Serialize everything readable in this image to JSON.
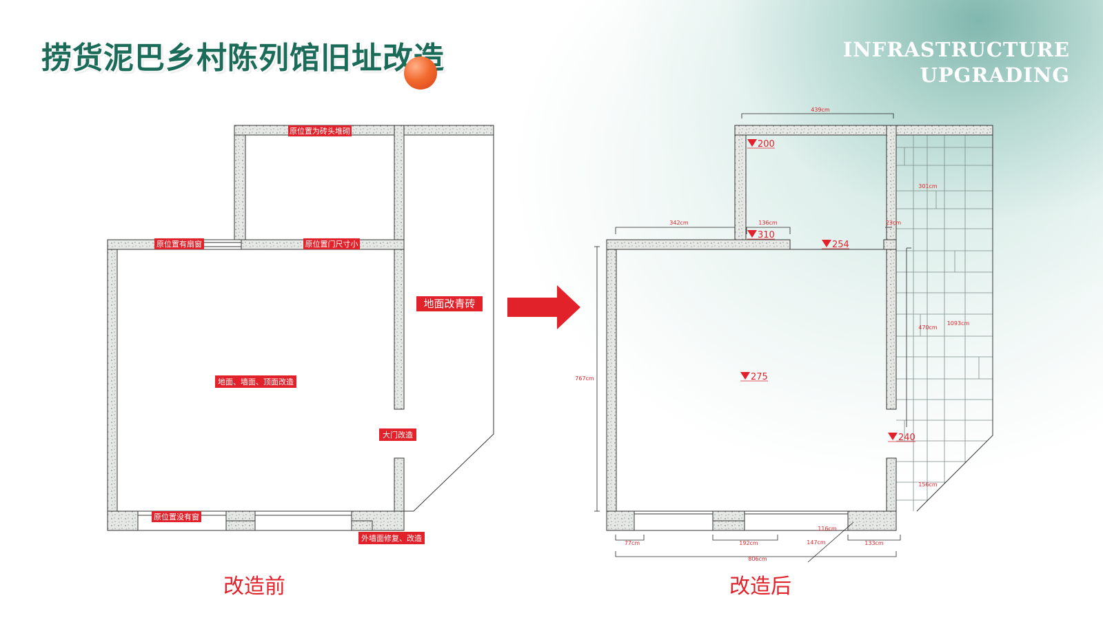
{
  "header": {
    "title": "捞货泥巴乡村陈列馆旧址改造",
    "subtitle_en_line1": "INFRASTRUCTURE",
    "subtitle_en_line2": "UPGRADING"
  },
  "before": {
    "caption": "改造前",
    "labels": {
      "top_wall": "原位置为砖头堆砌",
      "fan_window": "原位置有扇窗",
      "door_small": "原位置门尺寸小",
      "floor_tile": "地面改青砖",
      "renovation": "地面、墙面、顶面改造",
      "gate": "大门改造",
      "no_window": "原位置没有窗",
      "exterior": "外墙面修复、改造"
    }
  },
  "after": {
    "caption": "改造后",
    "dimensions": {
      "d439": "439cm",
      "d342": "342cm",
      "d136": "136cm",
      "d23": "23cm",
      "d301": "301cm",
      "d470": "470cm",
      "d1093": "1093cm",
      "d767": "767cm",
      "d156": "156cm",
      "d116": "116cm",
      "d147": "147cm",
      "d77": "77cm",
      "d192": "192cm",
      "d133": "133cm",
      "d806": "806cm"
    },
    "elevations": {
      "e200": "200",
      "e310": "310",
      "e254": "254",
      "e275": "275",
      "e240": "240"
    }
  },
  "colors": {
    "title_green": "#1a6b58",
    "label_red": "#e1222a",
    "arrow_red": "#e1222a",
    "wall_fill": "#e4e6e4",
    "tile_line": "#7b8b88"
  }
}
